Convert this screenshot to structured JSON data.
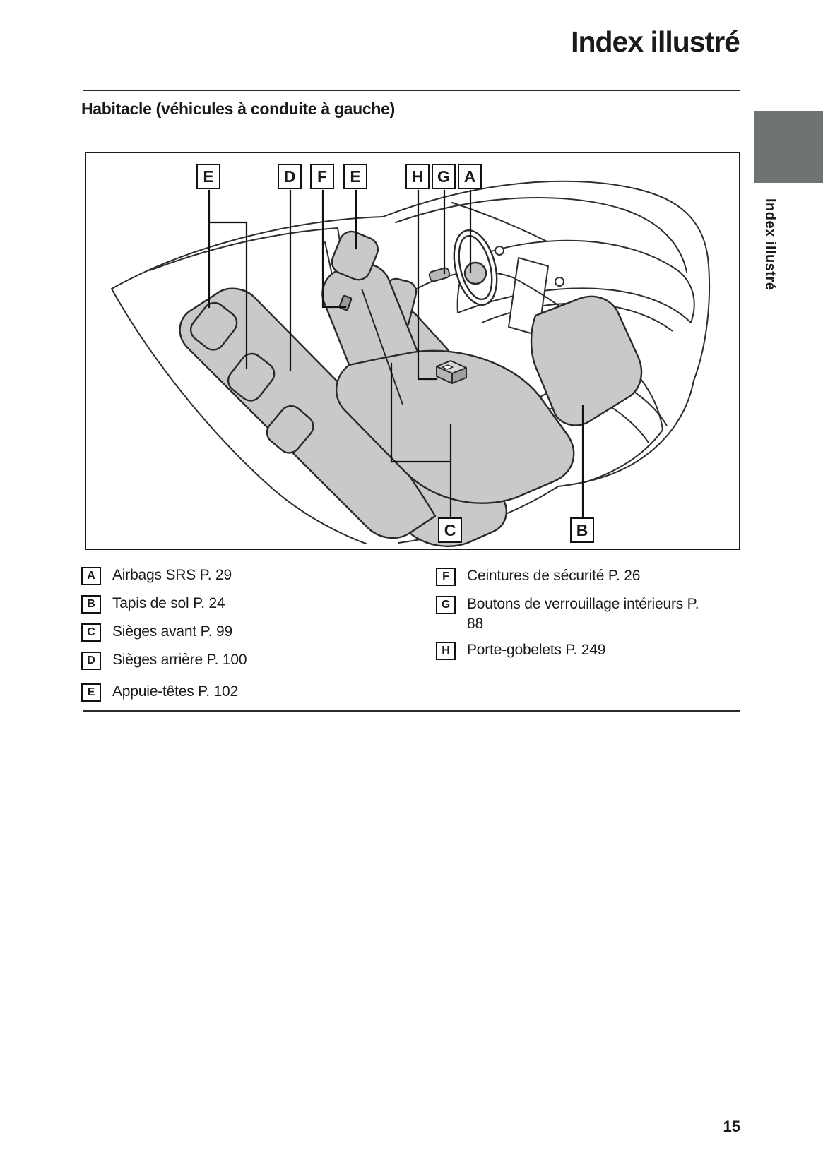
{
  "page": {
    "title": "Index illustré",
    "section_heading": "Habitacle (véhicules à conduite à gauche)",
    "page_number": "15",
    "sidebar_tab_label": "Index illustré"
  },
  "diagram": {
    "description": "Isometric cutaway drawing of car interior seen from rear-left: rear bench seat, front seats, steering wheel, dashboard, floor mats",
    "top_labels": [
      "E",
      "D",
      "F",
      "E",
      "H",
      "G",
      "A"
    ],
    "bottom_labels": [
      "C",
      "B"
    ]
  },
  "legend": {
    "left": [
      {
        "key": "A",
        "text": "Airbags SRS P. 29"
      },
      {
        "key": "B",
        "text": "Tapis de sol P. 24"
      },
      {
        "key": "C",
        "text": "Sièges avant P. 99"
      },
      {
        "key": "D",
        "text": "Sièges arrière P. 100"
      },
      {
        "key": "E",
        "text": "Appuie-têtes P. 102"
      }
    ],
    "right": [
      {
        "key": "F",
        "text": "Ceintures de sécurité P. 26"
      },
      {
        "key": "G",
        "text": "Boutons de verrouillage intérieurs P. 88"
      },
      {
        "key": "H",
        "text": "Porte-gobelets P. 249"
      }
    ]
  },
  "colors": {
    "tab_gray": "#6f7471",
    "seat_fill": "#c8c9c9",
    "line_art": "#2e2e2e",
    "text": "#1a1a1a"
  }
}
